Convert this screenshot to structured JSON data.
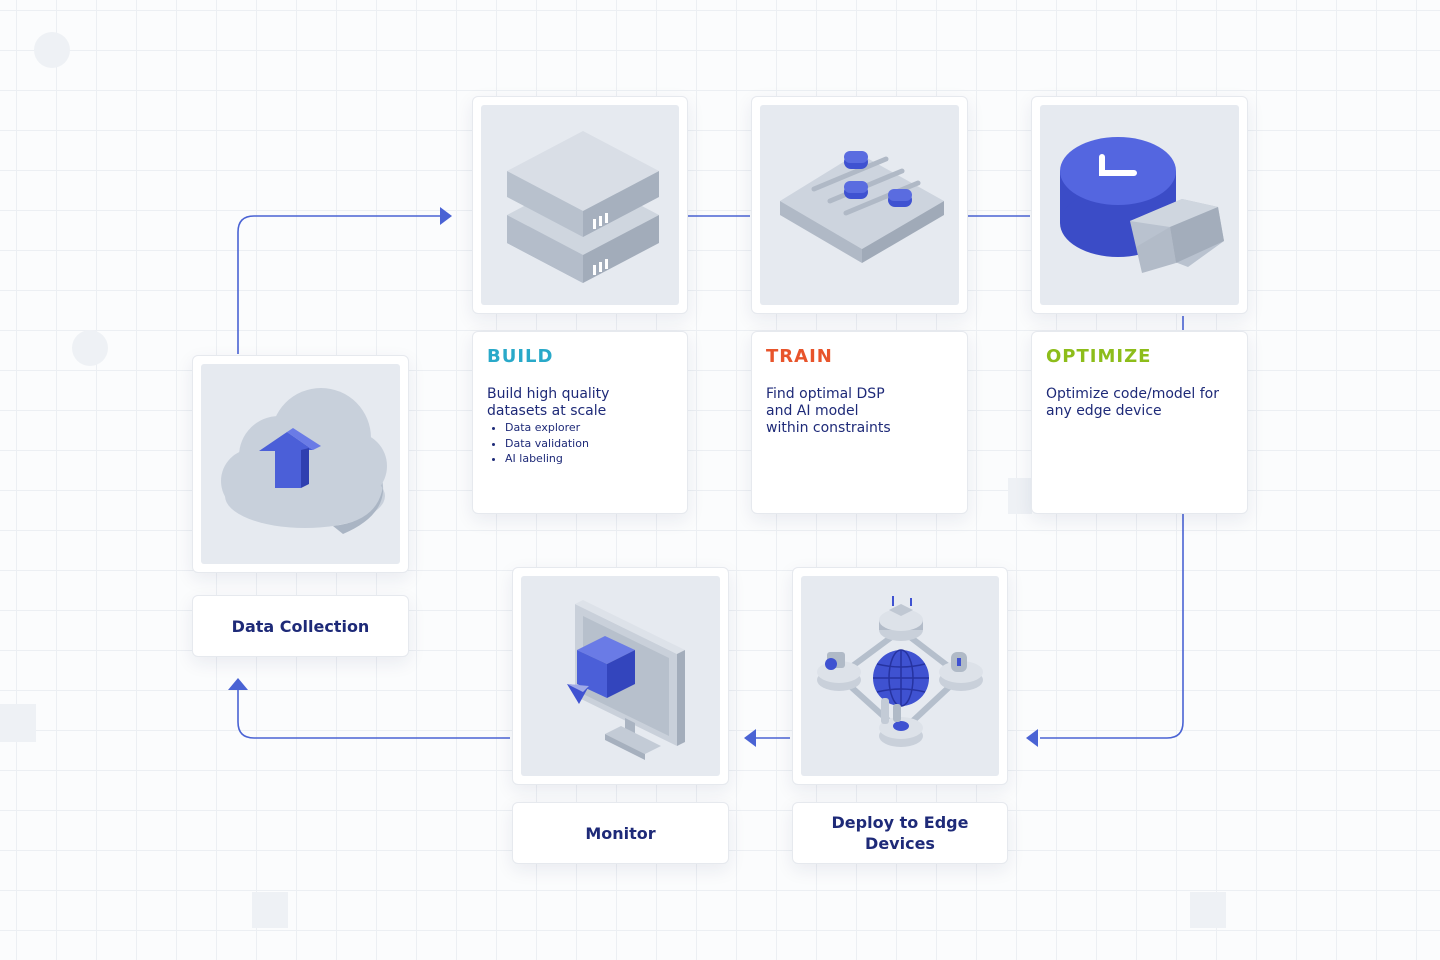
{
  "stages": {
    "build": {
      "title": "BUILD",
      "description": "Build high quality datasets at scale",
      "features": [
        "Data explorer",
        "Data validation",
        "AI labeling"
      ]
    },
    "train": {
      "title": "TRAIN",
      "description": "Find optimal DSP and AI model within constraints"
    },
    "optimize": {
      "title": "OPTIMIZE",
      "description": "Optimize code/model for any edge device"
    }
  },
  "steps": {
    "data_collection": "Data Collection",
    "monitor": "Monitor",
    "deploy": "Deploy to Edge Devices"
  },
  "icons": {
    "data_collection": "cloud-upload-icon",
    "build": "database-stack-icon",
    "train": "sliders-panel-icon",
    "optimize": "clock-gauge-icon",
    "monitor": "monitor-cube-icon",
    "deploy": "globe-network-icon"
  },
  "colors": {
    "line": "#4a63d4",
    "build_title": "#29a9c9",
    "train_title": "#e8542b",
    "optimize_title": "#8dbd1a",
    "label_text": "#1e2a78",
    "accent_blue": "#3f52d1"
  }
}
